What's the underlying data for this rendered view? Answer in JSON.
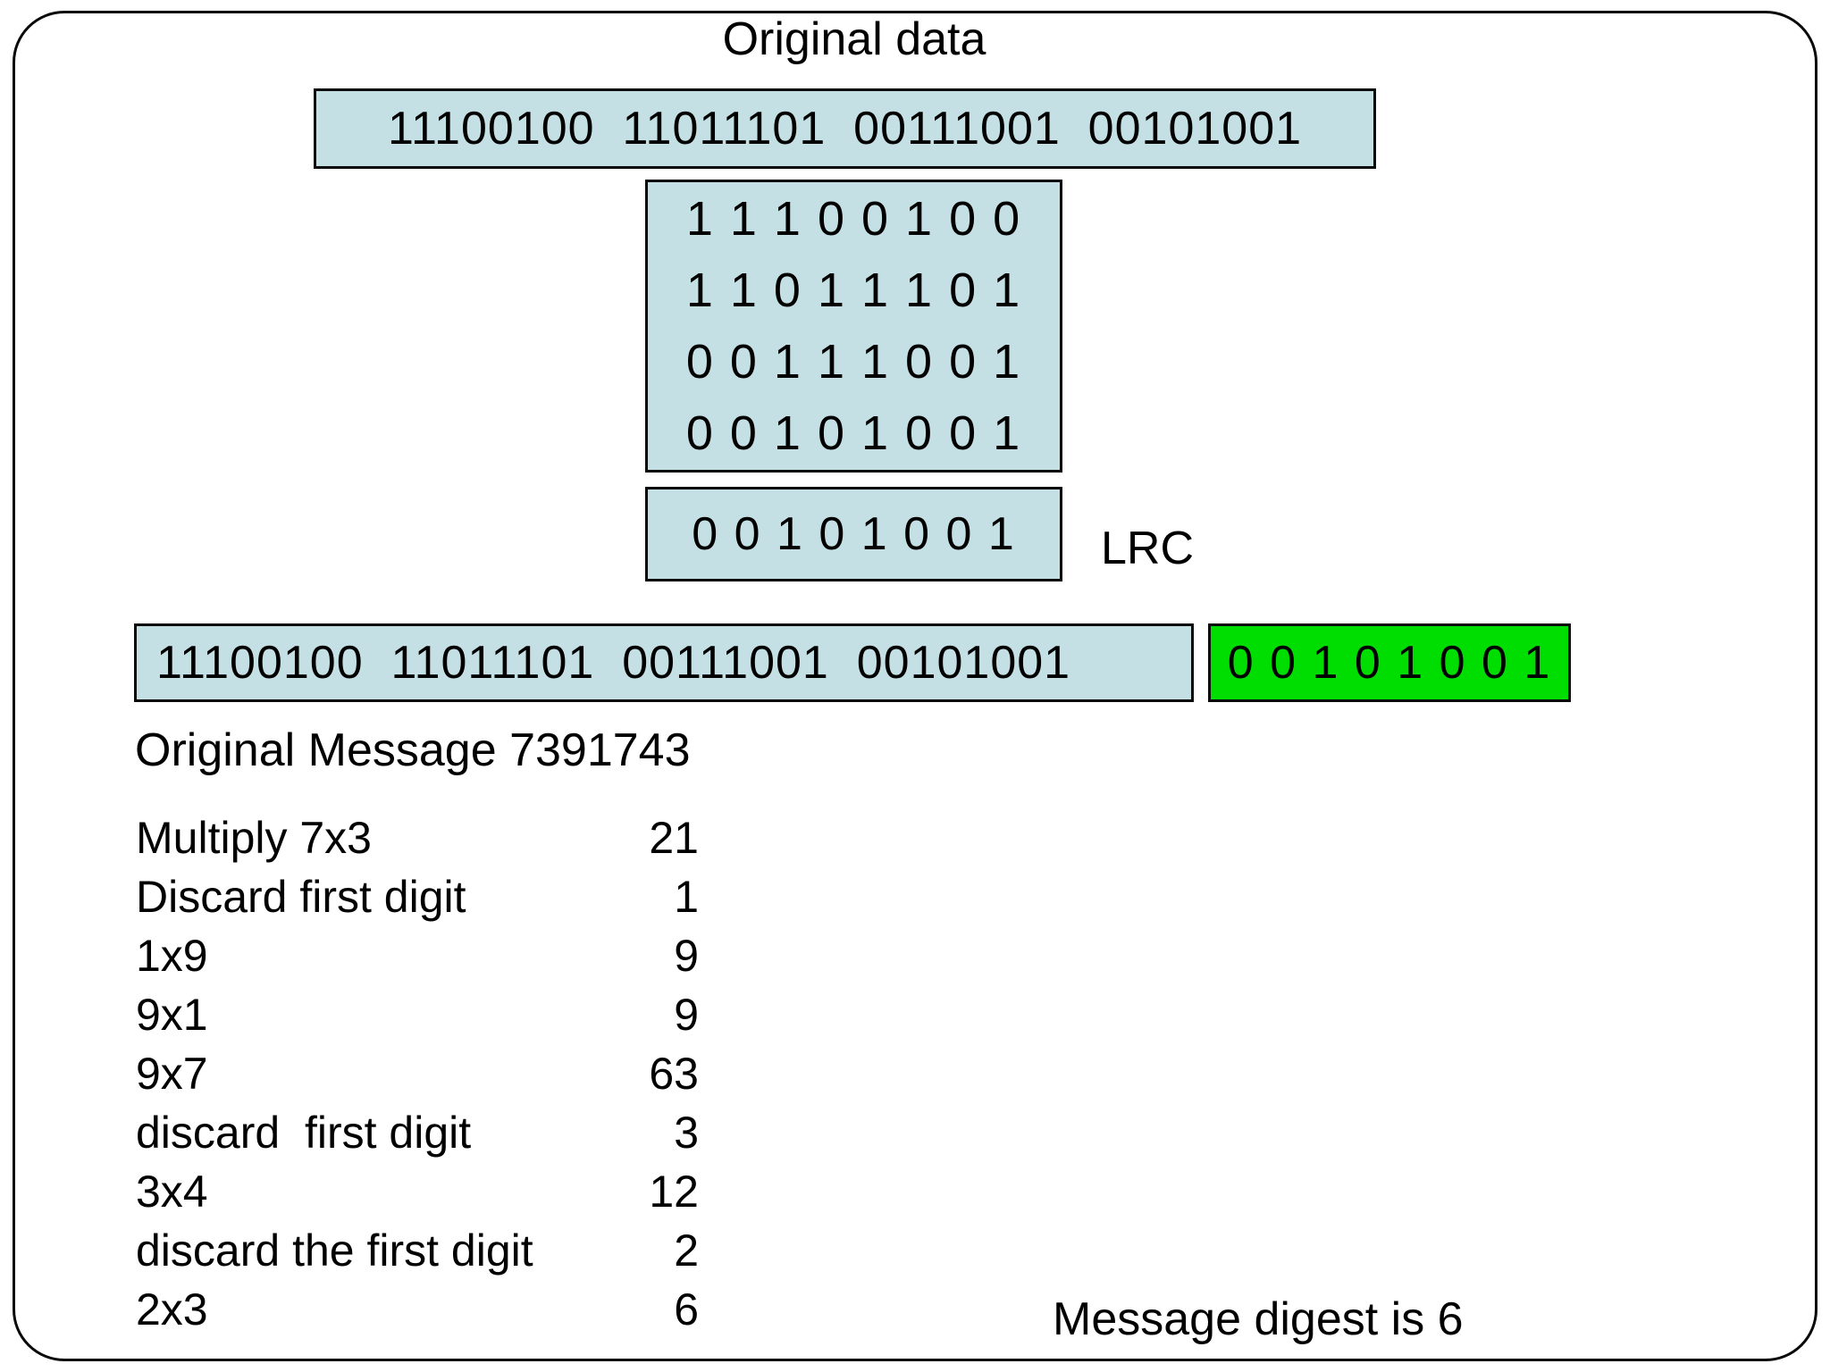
{
  "colors": {
    "box_fill": "#C5E0E5",
    "lrc_fill": "#00DD00",
    "line": "#0A0A0A"
  },
  "title": "Original data",
  "top_box": {
    "bits": "11100100  11011101  00111001  00101001"
  },
  "matrix": {
    "rows": [
      "1 1 1 0 0 1 0 0",
      "1 1 0 1 1 1 0 1",
      "0 0 1 1 1 0 0 1",
      "0 0 1 0 1 0 0 1"
    ]
  },
  "lrc": {
    "bits": "0 0 1 0 1 0 0 1",
    "label": "LRC"
  },
  "transmitted": {
    "data_bits": "11100100  11011101  00111001  00101001",
    "lrc_bits": "0 0 1 0 1 0 0 1"
  },
  "message": {
    "heading": "Original Message 7391743"
  },
  "digest_steps": [
    {
      "label": "Multiply 7x3",
      "value": "21"
    },
    {
      "label": "Discard first digit",
      "value": "1"
    },
    {
      "label": "1x9",
      "value": "9"
    },
    {
      "label": "9x1",
      "value": "9"
    },
    {
      "label": "9x7",
      "value": "63"
    },
    {
      "label": "discard  first digit",
      "value": "3"
    },
    {
      "label": "3x4",
      "value": "12"
    },
    {
      "label": "discard the first digit",
      "value": "2"
    },
    {
      "label": "2x3",
      "value": "6"
    }
  ],
  "digest_result": "Message digest is 6"
}
